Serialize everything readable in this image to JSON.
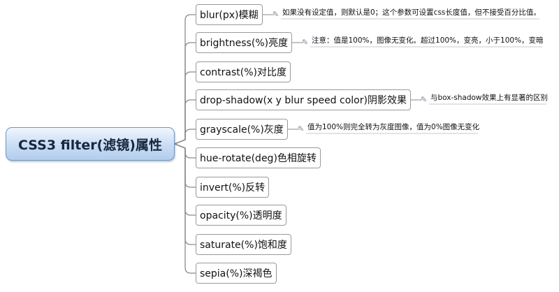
{
  "central": {
    "label": "CSS3 filter(滤镜)属性"
  },
  "topics": [
    {
      "label": "blur(px)模糊",
      "note": "如果没有设定值，则默认是0；这个参数可设置css长度值，但不接受百分比值。"
    },
    {
      "label": "brightness(%)亮度",
      "note": "注意：值是100%，图像无变化。超过100%，变亮，小于100%，变暗"
    },
    {
      "label": "contrast(%)对比度"
    },
    {
      "label": "drop-shadow(x y blur speed color)阴影效果",
      "note": "与box-shadow效果上有显著的区别"
    },
    {
      "label": "grayscale(%)灰度",
      "note": "值为100%则完全转为灰度图像，值为0%图像无变化"
    },
    {
      "label": "hue-rotate(deg)色相旋转"
    },
    {
      "label": "invert(%)反转"
    },
    {
      "label": "opacity(%)透明度"
    },
    {
      "label": "saturate(%)饱和度"
    },
    {
      "label": "sepia(%)深褐色"
    }
  ],
  "colors": {
    "central_border": "#6f95c4",
    "central_fill": "#c9dcf4",
    "connector": "#8a8a8a"
  }
}
